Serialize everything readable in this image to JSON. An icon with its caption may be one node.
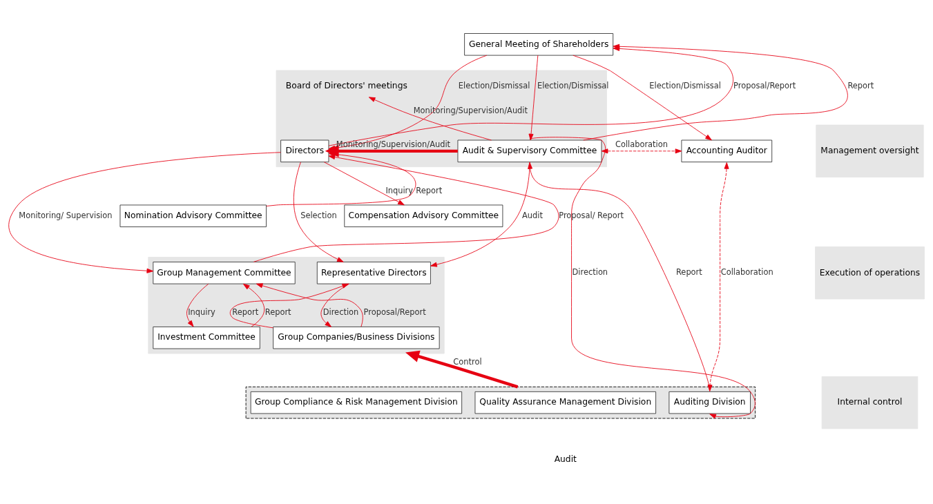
{
  "diagram": {
    "nodes": [
      {
        "text": [
          "General Meeting of Shareholders"
        ]
      },
      {
        "text": [],
        "shape": "box"
      },
      {
        "text": [
          "Board of Directors' meetings"
        ],
        "in": 1
      },
      {
        "text": [
          "Directors"
        ],
        "in": 1
      },
      {
        "text": [
          "Audit & Supervisory Committee"
        ],
        "in": 1
      },
      {
        "text": [
          "Accounting Auditor"
        ]
      },
      {
        "text": [
          "Nomination Advisory Committee"
        ]
      },
      {
        "text": [
          "Compensation Advisory Committee"
        ]
      },
      {
        "text": [],
        "shape": "box"
      },
      {
        "text": [
          "Investment Committee"
        ],
        "in": 8
      },
      {
        "text": [
          "Group Management Committee"
        ],
        "in": 8
      },
      {
        "text": [
          "Representative Directors"
        ],
        "in": 8
      },
      {
        "text": [
          "Group Companies/Business Divisions"
        ],
        "in": 8
      },
      {
        "text": [],
        "shape": "box"
      },
      {
        "text": [
          "Group Compliance & Risk Management Division"
        ],
        "in": 13
      },
      {
        "text": [
          "Quality Assurance Management Division"
        ],
        "in": 13
      },
      {
        "text": [
          "Auditing Division"
        ],
        "in": 13
      },
      {
        "text": [
          "Management oversight"
        ]
      },
      {
        "text": [
          "Execution of operations"
        ]
      },
      {
        "text": [
          "Internal control"
        ]
      }
    ],
    "edges": [
      {
        "from": 3,
        "to": 0,
        "arrow": "to",
        "label": "Proposal/Report"
      },
      {
        "from": 0,
        "to": 3,
        "arrow": "to",
        "label": "Election/Dismissal"
      },
      {
        "from": 4,
        "to": 2,
        "arrow": "to",
        "label": "Monitoring/Supervision/Audit"
      },
      {
        "from": 4,
        "to": 0,
        "arrow": "to",
        "label": "Report"
      },
      {
        "from": 0,
        "to": 4,
        "arrow": "to",
        "label": "Election/Dismissal"
      },
      {
        "from": 0,
        "to": 5,
        "arrow": "to",
        "label": "Election/Dismissal"
      },
      {
        "from": 4,
        "to": 3,
        "arrow": "to",
        "label": "Monitoring/Supervision/Audit",
        "style": "thick"
      },
      {
        "from": 4,
        "to": 5,
        "arrow": "both",
        "label": "Collaboration",
        "style": "dashed"
      },
      {
        "from": 6,
        "to": 3,
        "arrow": "to",
        "label": "Report"
      },
      {
        "from": 3,
        "to": 7,
        "arrow": "to",
        "label": "Inquiry"
      },
      {
        "from": 10,
        "to": 3,
        "arrow": "to",
        "label": "Proposal/ Report"
      },
      {
        "from": 3,
        "to": 10,
        "arrow": "to",
        "label": "Monitoring/ Supervision"
      },
      {
        "from": 3,
        "to": 11,
        "arrow": "to",
        "label": "Selection"
      },
      {
        "from": 4,
        "to": 11,
        "arrow": "to",
        "label": "Audit"
      },
      {
        "from": 16,
        "to": 4,
        "arrow": "to",
        "label": "Report"
      },
      {
        "from": 4,
        "to": 16,
        "arrow": "to",
        "label": "Direction"
      },
      {
        "from": 5,
        "to": 16,
        "arrow": "both",
        "label": "Collaboration",
        "style": "dashed"
      },
      {
        "from": 9,
        "to": 10,
        "arrow": "to",
        "label": "Report"
      },
      {
        "from": 10,
        "to": 9,
        "arrow": "to",
        "label": "Inquiry"
      },
      {
        "from": 12,
        "to": 10,
        "arrow": "to",
        "label": "Proposal/Report"
      },
      {
        "from": 12,
        "to": 11,
        "arrow": "to",
        "label": "Report"
      },
      {
        "from": 11,
        "to": 12,
        "arrow": "to",
        "label": "Direction"
      },
      {
        "from": 13,
        "to": 8,
        "arrow": "to",
        "label": "Control",
        "style": "thick"
      }
    ],
    "labels": [
      "Audit"
    ]
  }
}
